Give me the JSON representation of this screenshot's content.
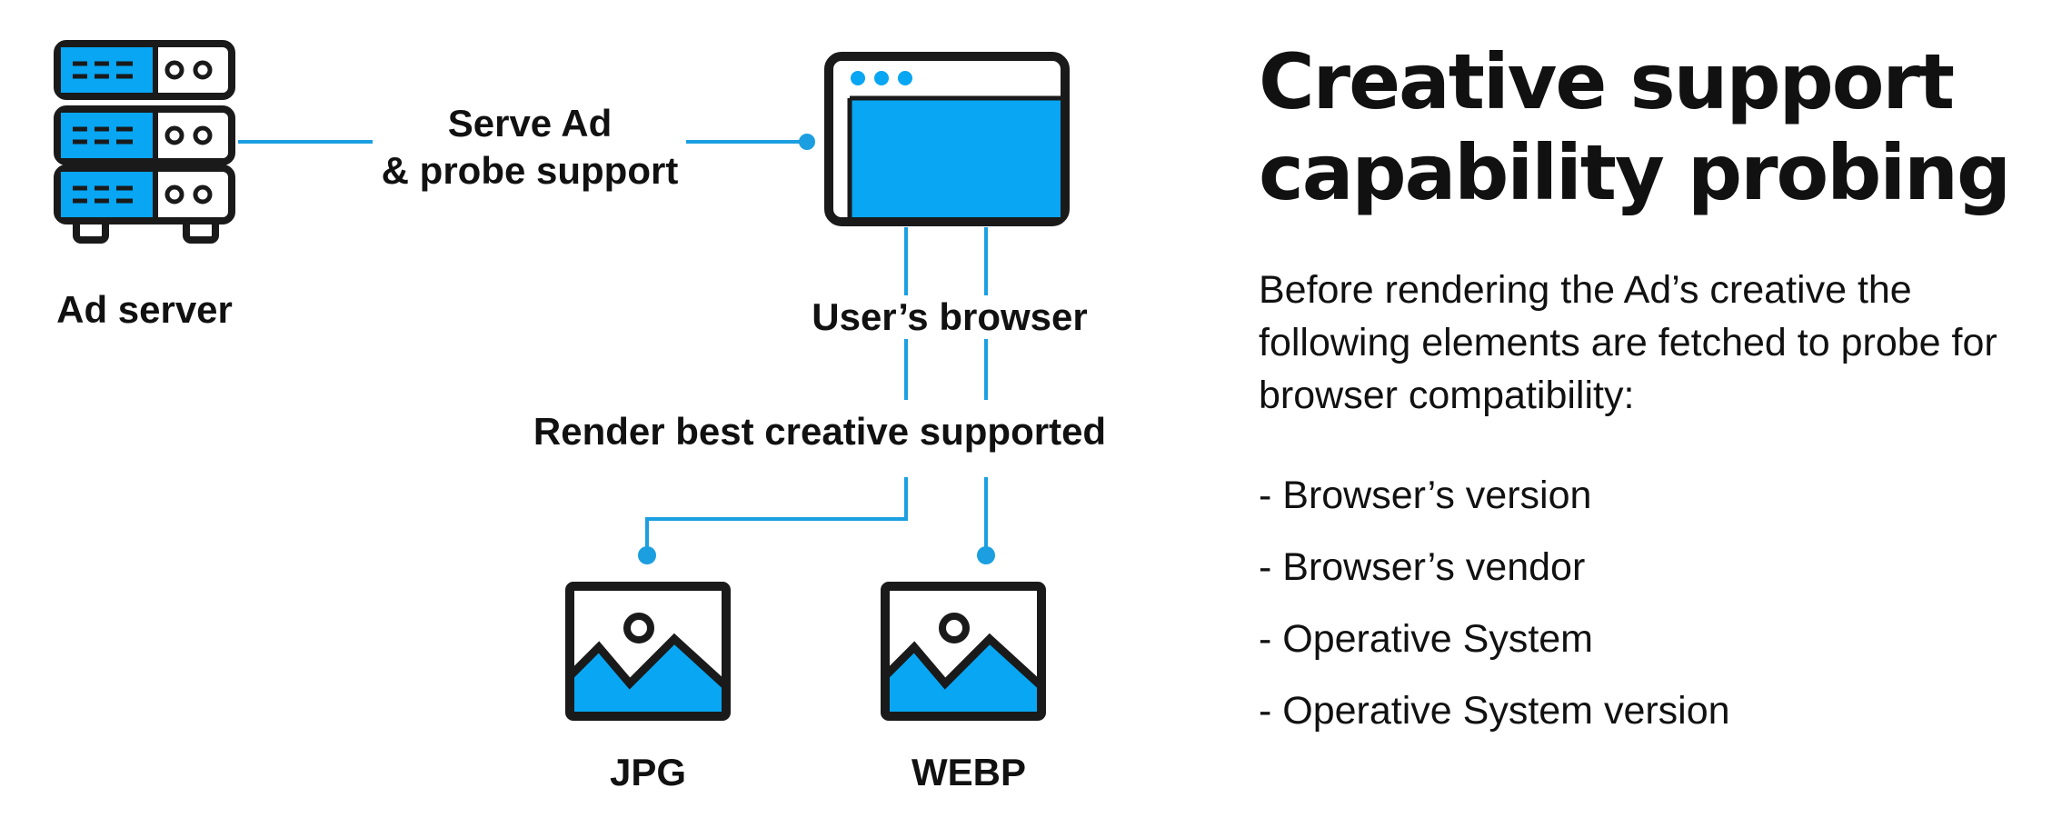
{
  "colors": {
    "accent": "#08a6f3",
    "connector": "#1b9fe0",
    "outline": "#1a1a1a",
    "text": "#111111"
  },
  "nodes": {
    "ad_server": {
      "label": "Ad server",
      "icon": "server-icon"
    },
    "browser": {
      "label": "User’s browser",
      "icon": "browser-window-icon"
    },
    "jpg": {
      "label": "JPG",
      "icon": "image-icon"
    },
    "webp": {
      "label": "WEBP",
      "icon": "image-icon"
    }
  },
  "edges": {
    "serve": {
      "line1": "Serve Ad",
      "line2": "& probe support"
    },
    "render": {
      "label": "Render best creative supported"
    }
  },
  "panel": {
    "title_line1": "Creative support",
    "title_line2": "capability probing",
    "intro_line1": "Before rendering the Ad’s creative the",
    "intro_line2": "following elements are fetched to probe for",
    "intro_line3": "browser compatibility:",
    "checks": [
      "- Browser’s version",
      "- Browser’s vendor",
      "- Operative System",
      "- Operative System version"
    ]
  }
}
